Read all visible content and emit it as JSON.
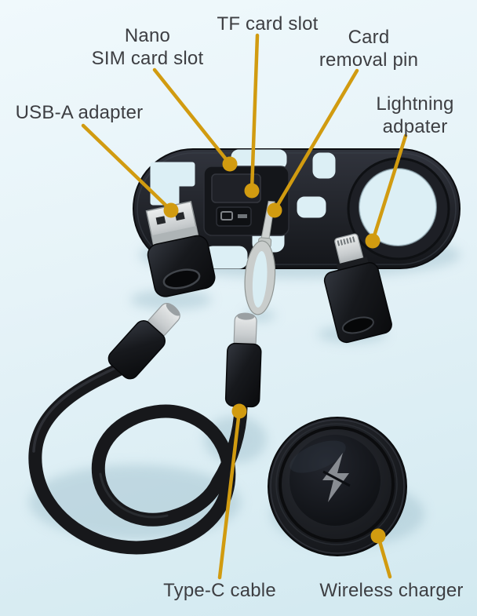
{
  "figure": {
    "type": "annotated-product-photo",
    "subject": "charger adapter kit with storage tray"
  },
  "palette": {
    "background_top": "#f0f9fc",
    "background_bottom": "#d2e9f0",
    "callout_color": "#d19b10",
    "label_text_color": "#3d3e42",
    "plastic_black": "#17191d",
    "metal_silver": "#cfd3d5"
  },
  "icons": {
    "wireless_charger_glyph": "lightning-bolt"
  },
  "labels": {
    "usb_a_adapter": "USB-A adapter",
    "nano_sim_line1": "Nano",
    "nano_sim_line2": "SIM card slot",
    "tf_card_slot": "TF card slot",
    "card_pin_line1": "Card",
    "card_pin_line2": "removal pin",
    "lightning_line1": "Lightning",
    "lightning_line2": "adpater",
    "type_c_cable": "Type-C cable",
    "wireless_charger": "Wireless charger"
  }
}
